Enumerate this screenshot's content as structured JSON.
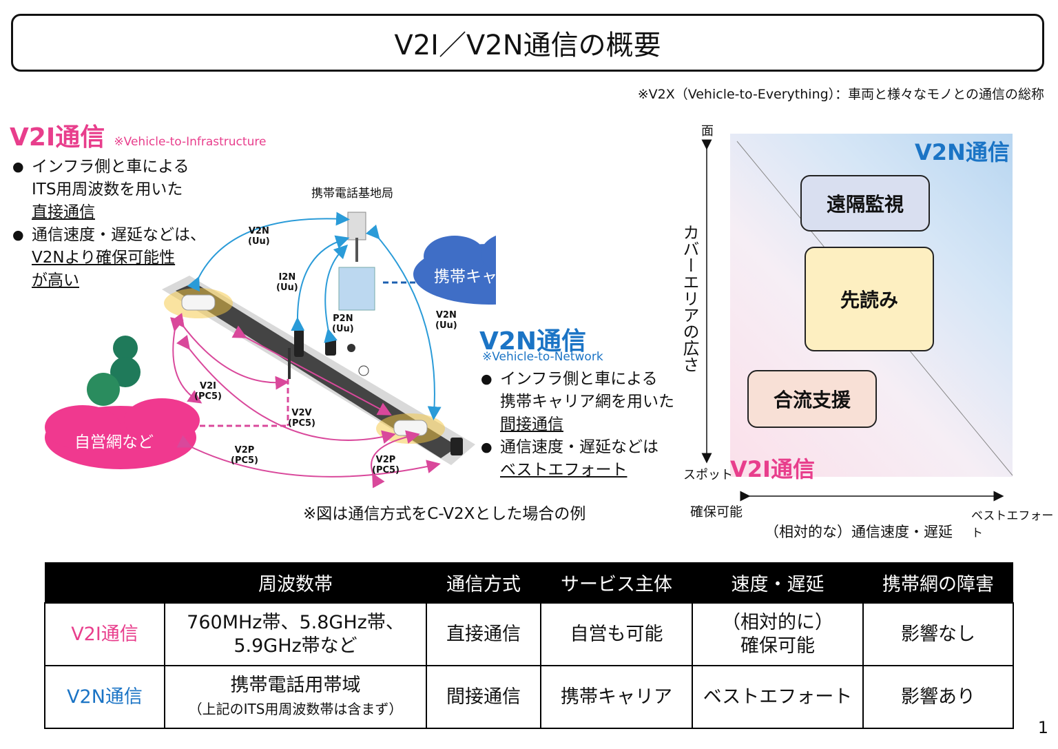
{
  "title": "V2I／V2N通信の概要",
  "top_note": "※V2X（Vehicle-to-Everything）：車両と様々なモノとの通信の総称",
  "v2i": {
    "heading": "V2I通信",
    "sub": "※Vehicle-to-Infrastructure",
    "bullet1_l1": "インフラ側と車による",
    "bullet1_l2": "ITS用周波数を用いた",
    "bullet1_l3": "直接通信",
    "bullet2_l1": "通信速度・遅延などは、",
    "bullet2_l2": "V2Nより確保可能性",
    "bullet2_l3": "が高い"
  },
  "v2n": {
    "heading": "V2N通信",
    "sub": "※Vehicle-to-Network",
    "bullet1_l1": "インフラ側と車による",
    "bullet1_l2": "携帯キャリア網を用いた",
    "bullet1_l3": "間接通信",
    "bullet2_l1": "通信速度・遅延などは",
    "bullet2_l2": "ベストエフォート"
  },
  "diagram": {
    "base_station": "携帯電話基地局",
    "carrier_cloud": "携帯キャリア網",
    "private_cloud": "自営網など",
    "labels": {
      "v2n_uu_1": "V2N\n(Uu)",
      "i2n_uu": "I2N\n(Uu)",
      "p2n_uu": "P2N\n(Uu)",
      "v2n_uu_2": "V2N\n(Uu)",
      "v2i_pc5": "V2I\n(PC5)",
      "v2v_pc5": "V2V\n(PC5)",
      "v2p_pc5_1": "V2P\n(PC5)",
      "v2p_pc5_2": "V2P\n(PC5)"
    },
    "footnote": "※図は通信方式をC-V2Xとした場合の例"
  },
  "quadrant": {
    "y_top": "面",
    "y_bottom": "スポット",
    "y_axis": "カバーエリアの広さ",
    "x_left": "確保可能",
    "x_right": "ベストエフォート",
    "x_axis": "（相対的な）通信速度・遅延",
    "v2n_label": "V2N通信",
    "v2i_label": "V2I通信",
    "box_remote": "遠隔監視",
    "box_lookahead": "先読み",
    "box_merge": "合流支援"
  },
  "table": {
    "headers": [
      "",
      "周波数帯",
      "通信方式",
      "サービス主体",
      "速度・遅延",
      "携帯網の障害"
    ],
    "rows": [
      {
        "name": "V2I通信",
        "band_l1": "760MHz帯、5.8GHz帯、",
        "band_l2": "5.9GHz帯など",
        "method": "直接通信",
        "provider": "自営も可能",
        "speed_l1": "（相対的に）",
        "speed_l2": "確保可能",
        "outage": "影響なし"
      },
      {
        "name": "V2N通信",
        "band_l1": "携帯電話用帯域",
        "band_l2": "（上記のITS用周波数帯は含まず）",
        "method": "間接通信",
        "provider": "携帯キャリア",
        "speed_l1": "ベストエフォート",
        "speed_l2": "",
        "outage": "影響あり"
      }
    ]
  },
  "page_number": "1",
  "colors": {
    "pink": "#e83e8c",
    "blue": "#1b74c5",
    "cloud_blue": "#3f6ec6",
    "cloud_pink": "#f0398f"
  }
}
